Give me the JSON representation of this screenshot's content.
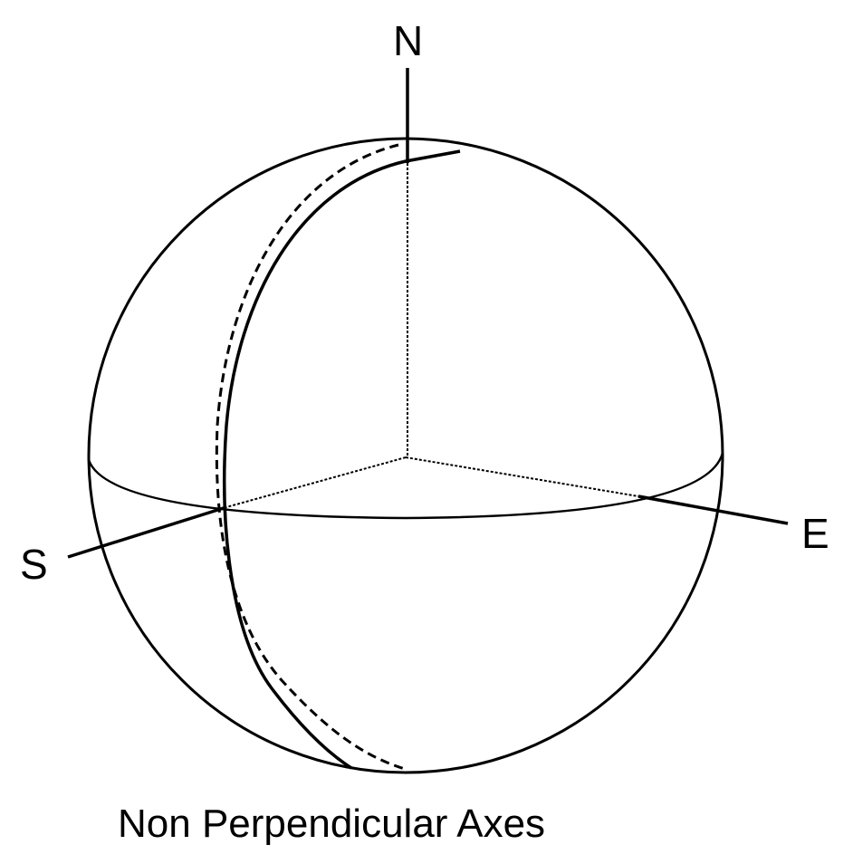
{
  "labels": {
    "north": "N",
    "south": "S",
    "east": "E"
  },
  "caption": "Non Perpendicular Axes",
  "colors": {
    "stroke": "#000000",
    "background": "#ffffff"
  }
}
